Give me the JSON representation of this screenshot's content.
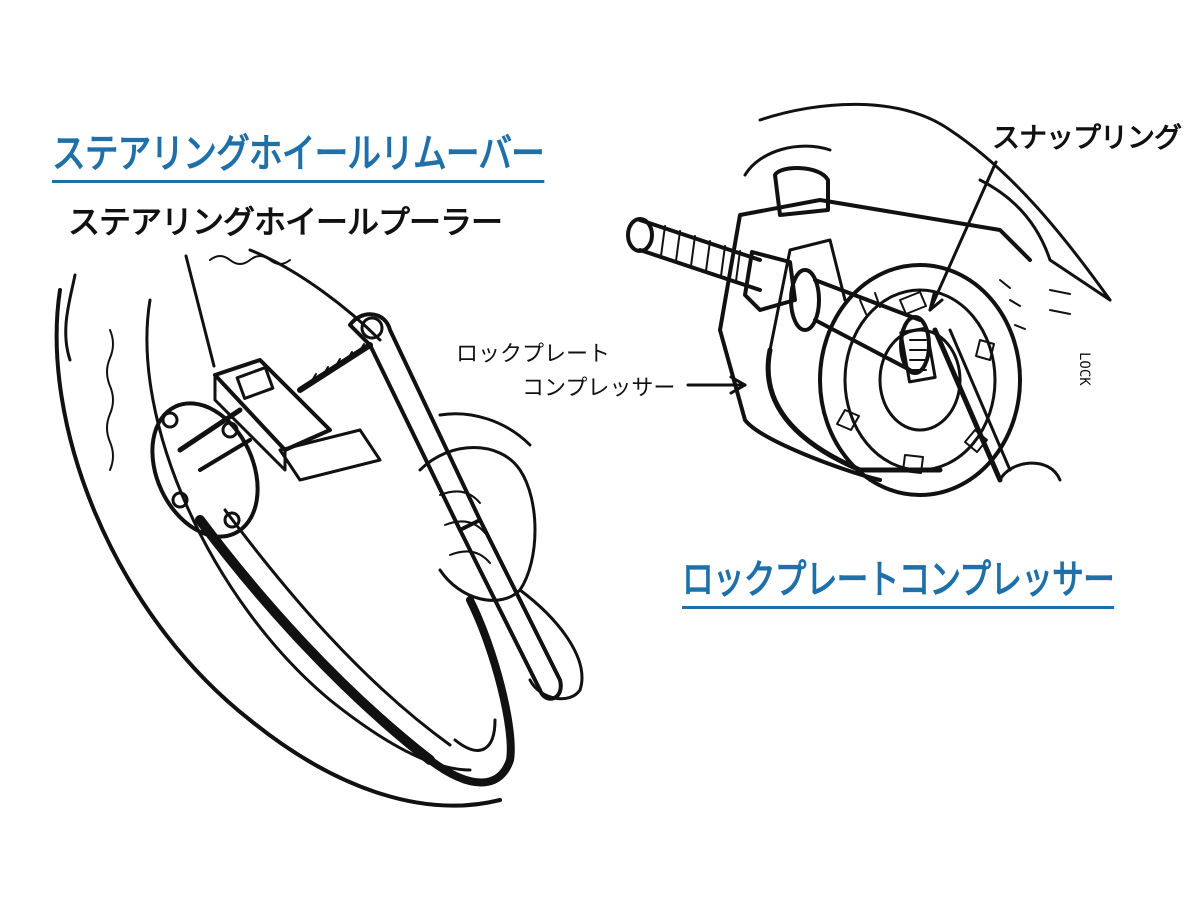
{
  "colors": {
    "title": "#1f6fa8",
    "line": "#111111"
  },
  "left_figure": {
    "title": "ステアリングホイールリムーバー",
    "callout": "ステアリングホイールプーラー"
  },
  "right_figure": {
    "title": "ロックプレートコンプレッサー",
    "callout_snap_ring": "スナップリング",
    "callout_compressor_line1": "ロックプレート",
    "callout_compressor_line2": "コンプレッサー",
    "stamp": "LOCK"
  }
}
